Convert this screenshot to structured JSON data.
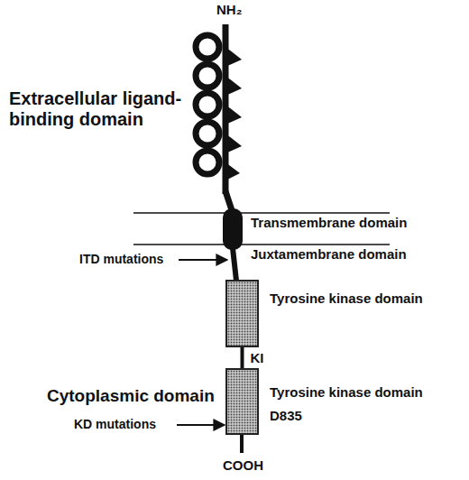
{
  "diagram": {
    "nodes": [
      {
        "text": [
          "Tyrosine kinase domain"
        ]
      },
      {
        "text": [
          "Tyrosine kinase domain",
          "D835"
        ]
      }
    ],
    "edges": [
      {
        "from": 0,
        "to": 1,
        "arrow": "none",
        "label": "KI"
      }
    ],
    "labels": [
      "NH₂",
      "Extracellular ligand-binding domain",
      "Transmembrane domain",
      "Juxtamembrane domain",
      "ITD mutations",
      "Cytoplasmic domain",
      "KD mutations",
      "COOH"
    ]
  }
}
